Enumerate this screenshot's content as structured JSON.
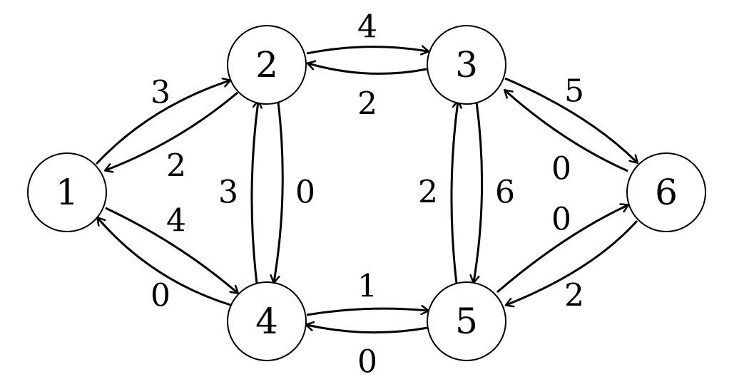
{
  "nodes": [
    {
      "id": "1",
      "label": "1"
    },
    {
      "id": "2",
      "label": "2"
    },
    {
      "id": "3",
      "label": "3"
    },
    {
      "id": "4",
      "label": "4"
    },
    {
      "id": "5",
      "label": "5"
    },
    {
      "id": "6",
      "label": "6"
    }
  ],
  "edges": [
    {
      "from": "1",
      "to": "2",
      "label": "3"
    },
    {
      "from": "2",
      "to": "1",
      "label": "2"
    },
    {
      "from": "1",
      "to": "4",
      "label": "4"
    },
    {
      "from": "4",
      "to": "1",
      "label": "0"
    },
    {
      "from": "2",
      "to": "3",
      "label": "4"
    },
    {
      "from": "3",
      "to": "2",
      "label": "2"
    },
    {
      "from": "4",
      "to": "2",
      "label": "3"
    },
    {
      "from": "2",
      "to": "4",
      "label": "0"
    },
    {
      "from": "4",
      "to": "5",
      "label": "1"
    },
    {
      "from": "5",
      "to": "4",
      "label": "0"
    },
    {
      "from": "5",
      "to": "3",
      "label": "2"
    },
    {
      "from": "3",
      "to": "5",
      "label": "6"
    },
    {
      "from": "3",
      "to": "6",
      "label": "5"
    },
    {
      "from": "6",
      "to": "3",
      "label": "0"
    },
    {
      "from": "5",
      "to": "6",
      "label": "0"
    },
    {
      "from": "6",
      "to": "5",
      "label": "2"
    }
  ]
}
